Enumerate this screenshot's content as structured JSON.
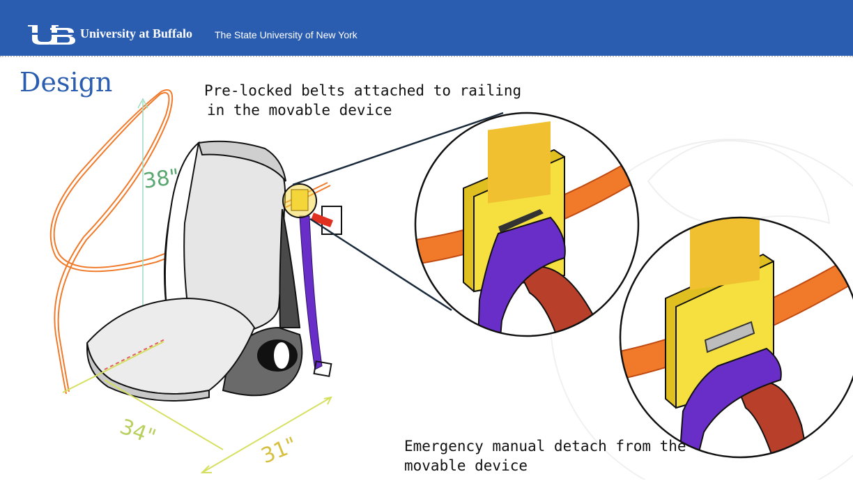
{
  "header": {
    "university": "University at Buffalo",
    "subtitle": "The State University of New York"
  },
  "slide": {
    "title": "Design",
    "caption_top_line1": "Pre-locked belts attached to railing",
    "caption_top_line2": "in the movable device",
    "caption_bottom_line1": "Emergency manual detach from the",
    "caption_bottom_line2": "movable device"
  },
  "dimensions": {
    "height": "38\"",
    "width": "34\"",
    "depth": "31\""
  },
  "colors": {
    "header_blue": "#2a5db0",
    "title_blue": "#2a5db0",
    "belt_orange": "#f07a2a",
    "strap_purple": "#6a2ec8",
    "strap_red": "#b8402a",
    "buckle_yellow": "#f5d63a",
    "dim_green": "#5aa870",
    "dim_yellow": "#d6e060"
  }
}
